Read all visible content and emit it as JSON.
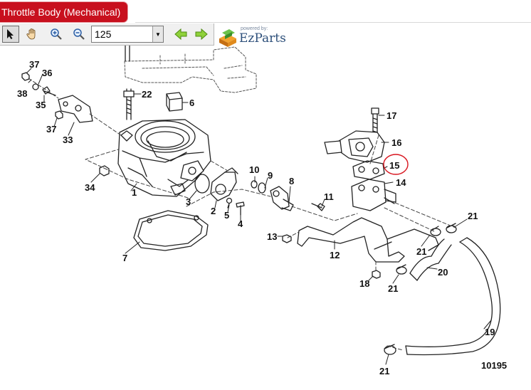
{
  "window": {
    "title": "Throttle Body (Mechanical)"
  },
  "toolbar": {
    "zoom_value": "125"
  },
  "logo": {
    "powered": "powered by:",
    "name": "EzParts"
  },
  "diagram": {
    "labels": {
      "p1": "1",
      "p2": "2",
      "p3": "3",
      "p4": "4",
      "p5": "5",
      "p6": "6",
      "p7": "7",
      "p8": "8",
      "p9": "9",
      "p10": "10",
      "p11": "11",
      "p12": "12",
      "p13": "13",
      "p14": "14",
      "p15": "15",
      "p16": "16",
      "p17": "17",
      "p18": "18",
      "p19": "19",
      "p20": "20",
      "p21a": "21",
      "p21b": "21",
      "p21c": "21",
      "p21d": "21",
      "p22": "22",
      "p33": "33",
      "p34": "34",
      "p35": "35",
      "p36": "36",
      "p37a": "37",
      "p37b": "37",
      "p38": "38"
    },
    "figure_number": "10195",
    "highlight_color": "#d8141e"
  }
}
